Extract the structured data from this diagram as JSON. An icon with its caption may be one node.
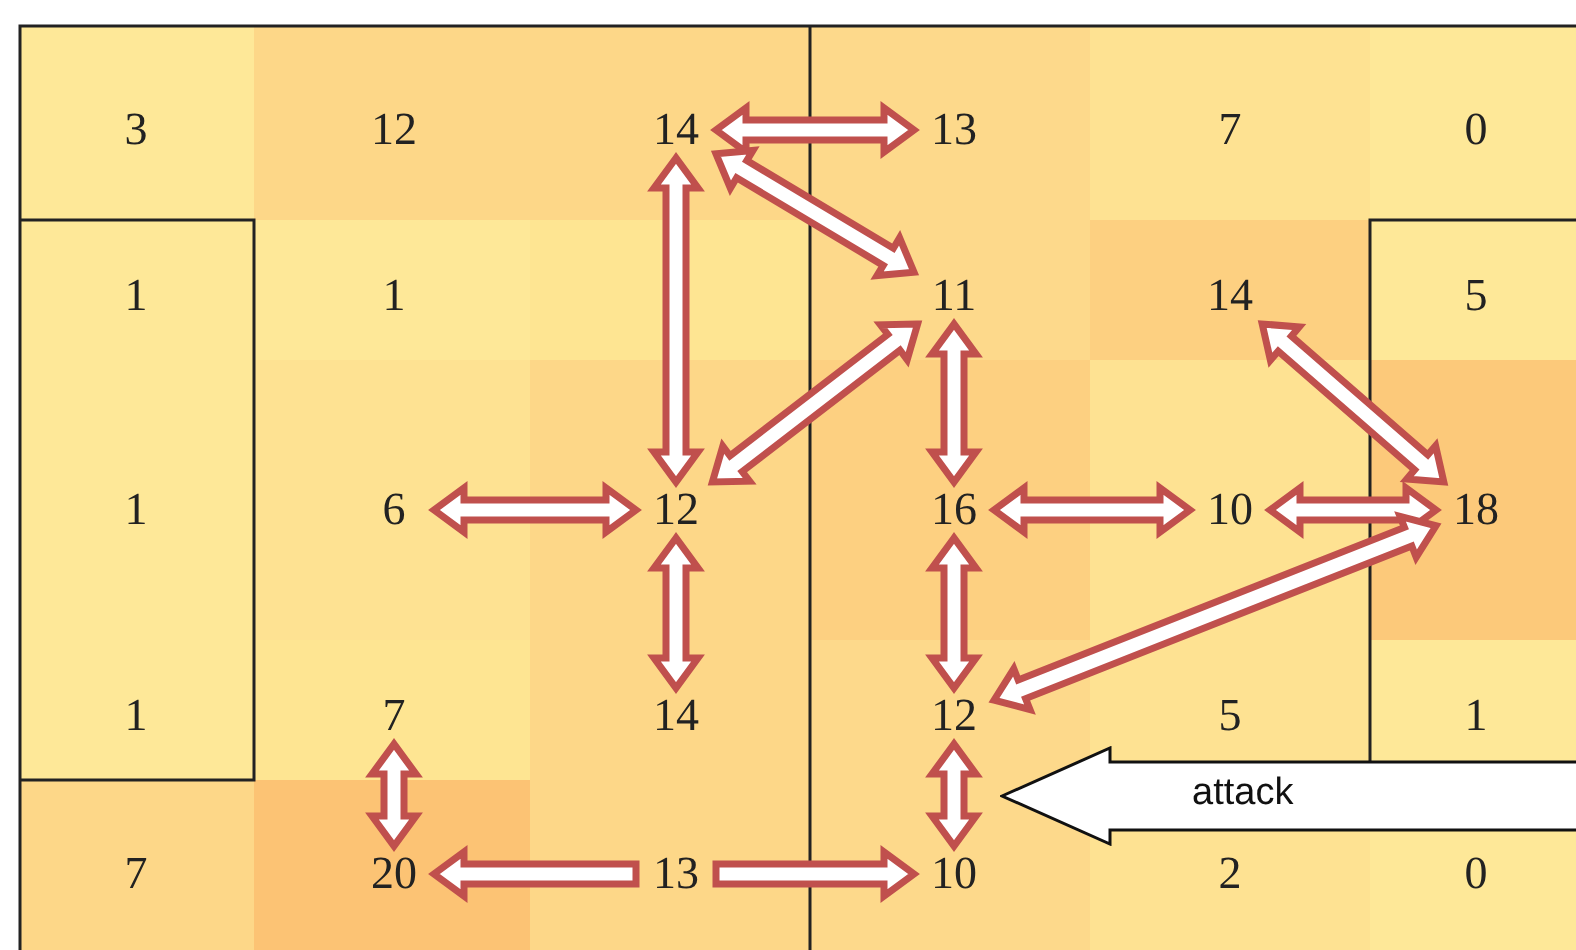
{
  "diagram": {
    "nodes": [
      {
        "text": [
          "3"
        ]
      },
      {
        "text": [
          "12"
        ]
      },
      {
        "text": [
          "14"
        ]
      },
      {
        "text": [
          "13"
        ]
      },
      {
        "text": [
          "7"
        ]
      },
      {
        "text": [
          "0"
        ]
      },
      {
        "text": [
          "1"
        ]
      },
      {
        "text": [
          "1"
        ]
      },
      {
        "text": [
          "11"
        ]
      },
      {
        "text": [
          "14"
        ]
      },
      {
        "text": [
          "5"
        ]
      },
      {
        "text": [
          "1"
        ]
      },
      {
        "text": [
          "6"
        ]
      },
      {
        "text": [
          "12"
        ]
      },
      {
        "text": [
          "16"
        ]
      },
      {
        "text": [
          "10"
        ]
      },
      {
        "text": [
          "18"
        ]
      },
      {
        "text": [
          "1"
        ]
      },
      {
        "text": [
          "7"
        ]
      },
      {
        "text": [
          "14"
        ]
      },
      {
        "text": [
          "12"
        ]
      },
      {
        "text": [
          "5"
        ]
      },
      {
        "text": [
          "1"
        ]
      },
      {
        "text": [
          "7"
        ]
      },
      {
        "text": [
          "20"
        ]
      },
      {
        "text": [
          "13"
        ]
      },
      {
        "text": [
          "10"
        ]
      },
      {
        "text": [
          "2"
        ]
      },
      {
        "text": [
          "0"
        ]
      },
      {
        "text": [
          "attack"
        ]
      }
    ],
    "edges": [
      {
        "from": 2,
        "to": 3,
        "arrow": "both"
      },
      {
        "from": 2,
        "to": 13,
        "arrow": "both"
      },
      {
        "from": 2,
        "to": 8,
        "arrow": "both"
      },
      {
        "from": 8,
        "to": 13,
        "arrow": "both"
      },
      {
        "from": 8,
        "to": 14,
        "arrow": "both"
      },
      {
        "from": 9,
        "to": 16,
        "arrow": "both"
      },
      {
        "from": 12,
        "to": 13,
        "arrow": "both"
      },
      {
        "from": 14,
        "to": 15,
        "arrow": "both"
      },
      {
        "from": 15,
        "to": 16,
        "arrow": "both"
      },
      {
        "from": 13,
        "to": 19,
        "arrow": "both"
      },
      {
        "from": 14,
        "to": 20,
        "arrow": "both"
      },
      {
        "from": 20,
        "to": 16,
        "arrow": "both"
      },
      {
        "from": 20,
        "to": 26,
        "arrow": "both"
      },
      {
        "from": 18,
        "to": 24,
        "arrow": "both"
      },
      {
        "from": 25,
        "to": 24,
        "arrow": "to"
      },
      {
        "from": 25,
        "to": 26,
        "arrow": "to"
      }
    ]
  }
}
